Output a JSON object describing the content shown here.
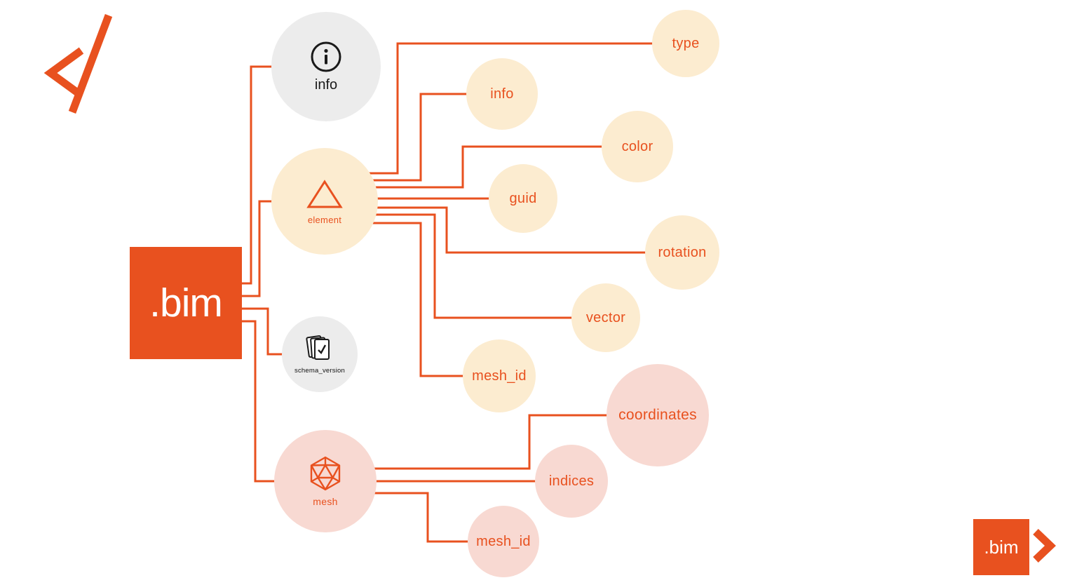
{
  "colors": {
    "accent": "#e8511f",
    "cream_fill": "#fcecd0",
    "pink_fill": "#f8d9d2",
    "gray_fill": "#ececec",
    "ink": "#1a1a1a"
  },
  "root": {
    "label": ".bim"
  },
  "branches": {
    "info": {
      "label": "info"
    },
    "element": {
      "label": "element"
    },
    "schema_version": {
      "label": "schema_version"
    },
    "mesh": {
      "label": "mesh"
    }
  },
  "element_children": {
    "type": {
      "label": "type"
    },
    "info": {
      "label": "info"
    },
    "color": {
      "label": "color"
    },
    "guid": {
      "label": "guid"
    },
    "rotation": {
      "label": "rotation"
    },
    "vector": {
      "label": "vector"
    },
    "mesh_id": {
      "label": "mesh_id"
    }
  },
  "mesh_children": {
    "coordinates": {
      "label": "coordinates"
    },
    "indices": {
      "label": "indices"
    },
    "mesh_id": {
      "label": "mesh_id"
    }
  },
  "corner_logo": {
    "label": ".bim"
  }
}
